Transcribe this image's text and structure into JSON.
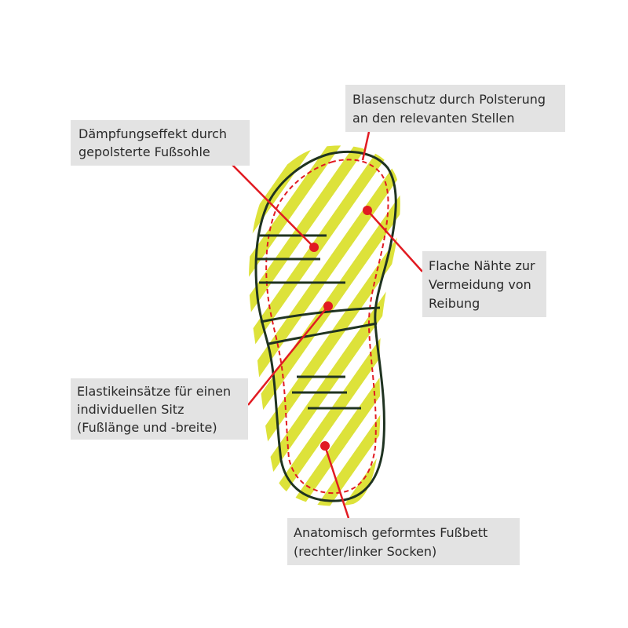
{
  "colors": {
    "background": "#ffffff",
    "label_box": "#e3e3e3",
    "label_text": "#2a2a2a",
    "sock_outline": "#1f3321",
    "stripe": "#dde23a",
    "callout": "#e11b22"
  },
  "labels": {
    "cushioning": {
      "line1": "Dämpfungseffekt durch",
      "line2": "gepolsterte Fußsohle"
    },
    "blister": {
      "line1": "Blasenschutz durch Polsterung",
      "line2": "an den relevanten Stellen"
    },
    "seams": {
      "line1": "Flache Nähte zur",
      "line2": "Vermeidung von",
      "line3": "Reibung"
    },
    "elastic": {
      "line1": "Elastikeinsätze für einen",
      "line2": "individuellen Sitz",
      "line3": "(Fußlänge und -breite)"
    },
    "footbed": {
      "line1": "Anatomisch geformtes Fußbett",
      "line2": "(rechter/linker Socken)"
    }
  }
}
